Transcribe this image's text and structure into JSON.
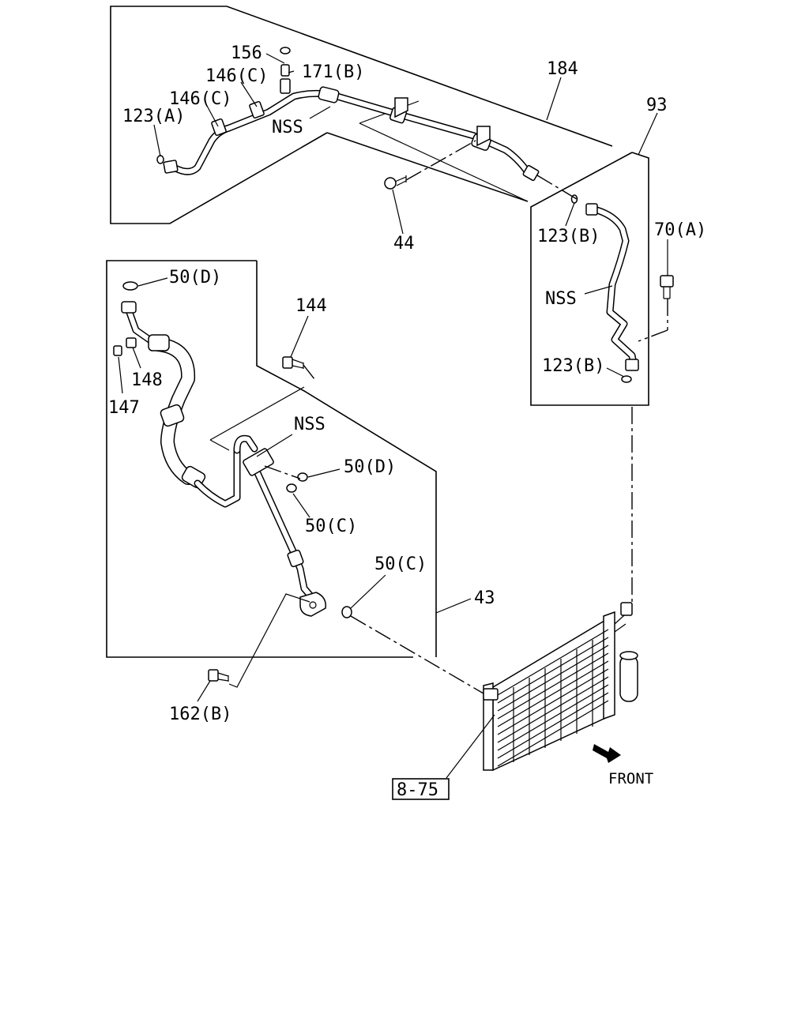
{
  "labels": {
    "p156": "156",
    "p171b": "171(B)",
    "p146c_1": "146(C)",
    "p146c_2": "146(C)",
    "p123a": "123(A)",
    "nss_upper": "NSS",
    "p184": "184",
    "p93": "93",
    "p44": "44",
    "p123b_1": "123(B)",
    "p70a": "70(A)",
    "nss_right": "NSS",
    "p123b_2": "123(B)",
    "p50d_1": "50(D)",
    "p144": "144",
    "p148": "148",
    "p147": "147",
    "nss_lower": "NSS",
    "p50d_2": "50(D)",
    "p50c_1": "50(C)",
    "p50c_2": "50(C)",
    "p43": "43",
    "p162b": "162(B)",
    "ref875": "8-75",
    "front": "FRONT"
  }
}
